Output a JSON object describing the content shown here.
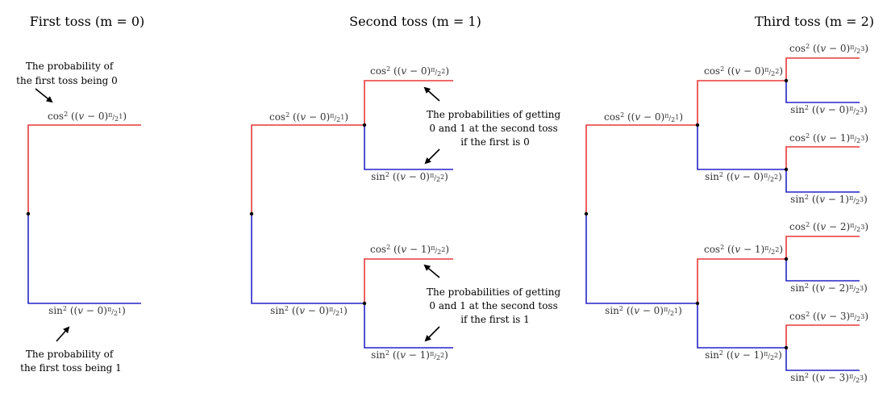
{
  "titles": [
    "First toss (m = 0)",
    "Second toss (m = 1)",
    "Third toss (m = 2)"
  ],
  "annotations": {
    "first_toss_0": [
      "The probability of",
      "the first toss being 0"
    ],
    "first_toss_1": [
      "The probability of",
      "the first toss being 1"
    ],
    "second_toss_if_0": [
      "The probabilities of getting",
      "0 and 1 at the second toss",
      "if the first is 0"
    ],
    "second_toss_if_1": [
      "The probabilities of getting",
      "0 and 1 at the second toss",
      "if the first is 1"
    ]
  },
  "colors": {
    "branch_0": "#e8383a",
    "branch_1": "#2323c8"
  },
  "labels": {
    "t1_cos0": {
      "fn": "cos",
      "k": "0",
      "den": "1"
    },
    "t1_sin0": {
      "fn": "sin",
      "k": "0",
      "den": "1"
    },
    "t2_cos0_a": {
      "fn": "cos",
      "k": "0",
      "den": "1"
    },
    "t2_sin0_a": {
      "fn": "sin",
      "k": "0",
      "den": "1"
    },
    "t2_cos0_b": {
      "fn": "cos",
      "k": "0",
      "den": "2"
    },
    "t2_sin0_b": {
      "fn": "sin",
      "k": "0",
      "den": "2"
    },
    "t2_cos1_b": {
      "fn": "cos",
      "k": "1",
      "den": "2"
    },
    "t2_sin1_b": {
      "fn": "sin",
      "k": "1",
      "den": "2"
    },
    "t3_cos0_a": {
      "fn": "cos",
      "k": "0",
      "den": "1"
    },
    "t3_sin0_a": {
      "fn": "sin",
      "k": "0",
      "den": "1"
    },
    "t3_cos0_b": {
      "fn": "cos",
      "k": "0",
      "den": "2"
    },
    "t3_sin0_b": {
      "fn": "sin",
      "k": "0",
      "den": "2"
    },
    "t3_cos1_b": {
      "fn": "cos",
      "k": "1",
      "den": "2"
    },
    "t3_sin1_b": {
      "fn": "sin",
      "k": "1",
      "den": "2"
    },
    "t3_cos0_c": {
      "fn": "cos",
      "k": "0",
      "den": "3"
    },
    "t3_sin0_c": {
      "fn": "sin",
      "k": "0",
      "den": "3"
    },
    "t3_cos1_c": {
      "fn": "cos",
      "k": "1",
      "den": "3"
    },
    "t3_sin1_c": {
      "fn": "sin",
      "k": "1",
      "den": "3"
    },
    "t3_cos2_c": {
      "fn": "cos",
      "k": "2",
      "den": "3"
    },
    "t3_sin2_c": {
      "fn": "sin",
      "k": "2",
      "den": "3"
    },
    "t3_cos3_c": {
      "fn": "cos",
      "k": "3",
      "den": "3"
    },
    "t3_sin3_c": {
      "fn": "sin",
      "k": "3",
      "den": "3"
    }
  }
}
